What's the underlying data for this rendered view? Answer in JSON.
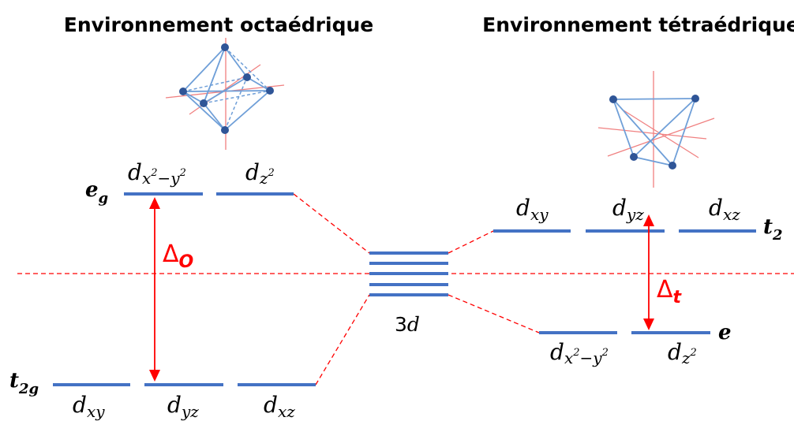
{
  "octahedral": {
    "title": "Environnement octaédrique",
    "eg_label": {
      "main": "e",
      "sub": "g"
    },
    "t2g_label": {
      "main": "t",
      "sub": "2g"
    },
    "delta": {
      "main": "Δ",
      "sub": "O"
    },
    "eg_orbitals": [
      {
        "d": "d",
        "sub_base": "x",
        "sub_exp": "2",
        "sub_mid": "−y",
        "sub_exp2": "2"
      },
      {
        "d": "d",
        "sub_base": "z",
        "sub_exp": "2"
      }
    ],
    "t2g_orbitals": [
      {
        "d": "d",
        "sub": "xy"
      },
      {
        "d": "d",
        "sub": "yz"
      },
      {
        "d": "d",
        "sub": "xz"
      }
    ]
  },
  "tetrahedral": {
    "title": "Environnement tétraédrique",
    "t2_label": {
      "main": "t",
      "sub": "2"
    },
    "e_label": {
      "main": "e"
    },
    "delta": {
      "main": "Δ",
      "sub": "t"
    },
    "t2_orbitals": [
      {
        "d": "d",
        "sub": "xy"
      },
      {
        "d": "d",
        "sub": "yz"
      },
      {
        "d": "d",
        "sub": "xz"
      }
    ],
    "e_orbitals": [
      {
        "d": "d",
        "sub_base": "x",
        "sub_exp": "2",
        "sub_mid": "−y",
        "sub_exp2": "2"
      },
      {
        "d": "d",
        "sub_base": "z",
        "sub_exp": "2"
      }
    ]
  },
  "center": {
    "label_num": "3",
    "label_d": "d",
    "level_count": 5
  },
  "colors": {
    "level": "#4472c4",
    "accent": "#ff0000",
    "axis": "#f08080"
  }
}
